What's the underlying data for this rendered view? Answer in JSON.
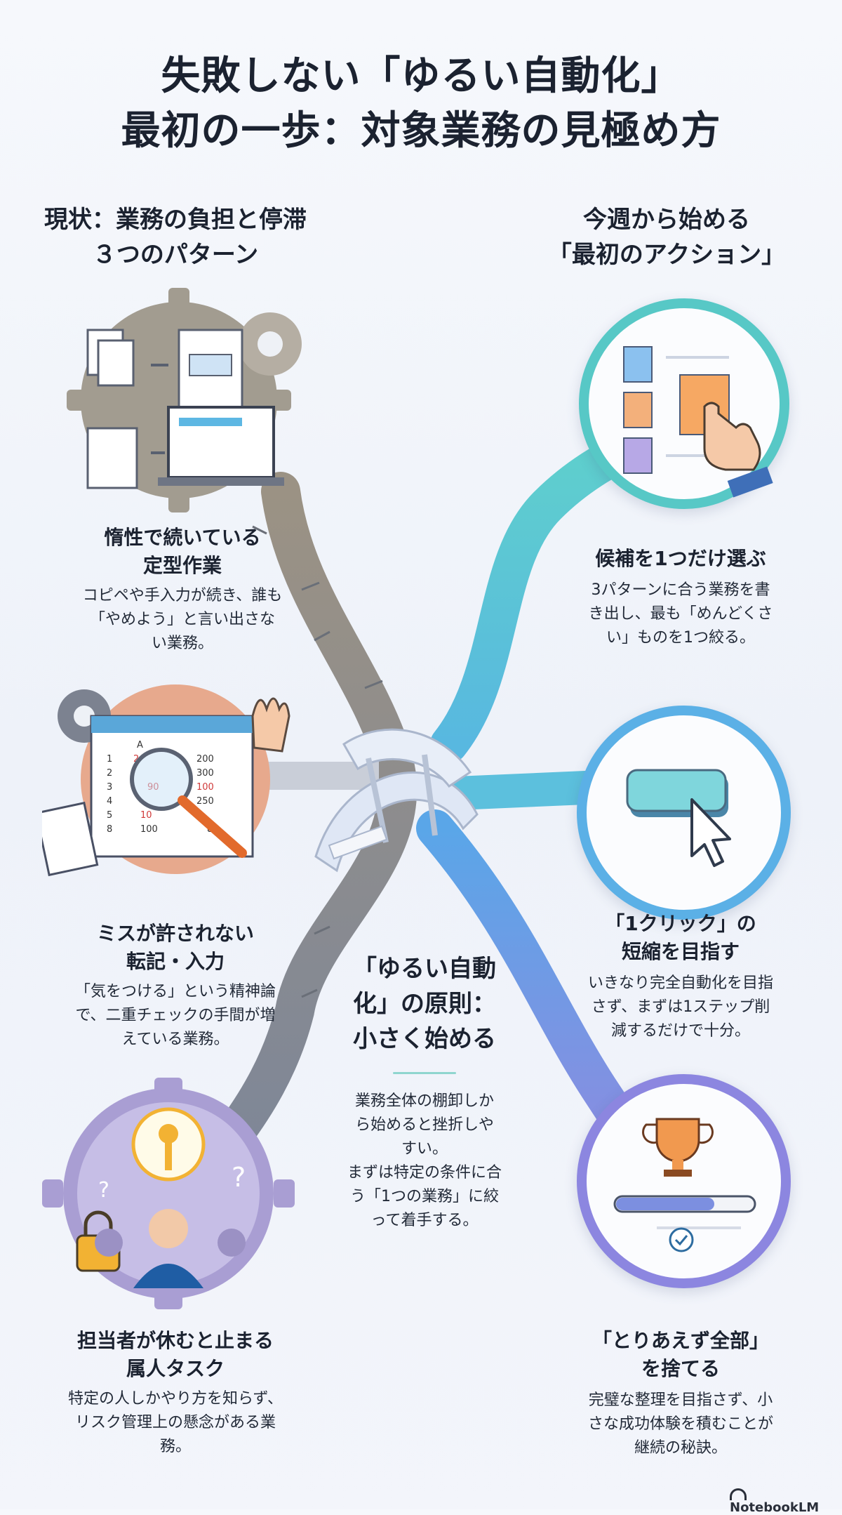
{
  "title": {
    "line1": "失敗しない「ゆるい自動化」",
    "line2": "最初の一歩：対象業務の見極め方"
  },
  "left_section": {
    "heading_line1": "現状：業務の負担と停滞",
    "heading_line2": "３つのパターン",
    "items": [
      {
        "title_line1": "惰性で続いている",
        "title_line2": "定型作業",
        "desc_lines": [
          "コピペや手入力が続き、誰も",
          "「やめよう」と言い出さな",
          "い業務。"
        ],
        "icon": "documents-laptop-gear-icon"
      },
      {
        "title_line1": "ミスが許されない",
        "title_line2": "転記・入力",
        "desc_lines": [
          "「気をつける」という精神論",
          "で、二重チェックの手間が増",
          "えている業務。"
        ],
        "icon": "spreadsheet-magnifier-icon",
        "sheet": {
          "col": "A",
          "rows": [
            "1",
            "2",
            "3",
            "4",
            "5",
            "8"
          ],
          "cells": [
            "200",
            "300",
            "100",
            "250",
            "10",
            "100",
            "8",
            "90",
            "2"
          ]
        }
      },
      {
        "title_line1": "担当者が休むと止まる",
        "title_line2": "属人タスク",
        "desc_lines": [
          "特定の人しかやり方を知らず、",
          "リスク管理上の懸念がある業",
          "務。"
        ],
        "icon": "key-person-gear-icon"
      }
    ]
  },
  "center": {
    "title_lines": [
      "「ゆるい自動",
      "化」の原則：",
      "小さく始める"
    ],
    "desc_lines": [
      "業務全体の棚卸しか",
      "ら始めると挫折しや",
      "すい。",
      "まずは特定の条件に合",
      "う「1つの業務」に絞",
      "って着手する。"
    ]
  },
  "right_section": {
    "heading_line1": "今週から始める",
    "heading_line2": "「最初のアクション」",
    "items": [
      {
        "title": "候補を1つだけ選ぶ",
        "desc_lines": [
          "3パターンに合う業務を書",
          "き出し、最も「めんどくさ",
          "い」ものを1つ絞る。"
        ],
        "icon": "pointing-hand-documents-icon"
      },
      {
        "title_line1": "「1クリック」の",
        "title_line2": "短縮を目指す",
        "desc_lines": [
          "いきなり完全自動化を目指",
          "さず、まずは1ステップ削",
          "減するだけで十分。"
        ],
        "icon": "button-cursor-icon"
      },
      {
        "title_line1": "「とりあえず全部」",
        "title_line2": "を捨てる",
        "desc_lines": [
          "完璧な整理を目指さず、小",
          "さな成功体験を積むことが",
          "継続の秘訣。"
        ],
        "icon": "trophy-progress-icon"
      }
    ]
  },
  "branding": {
    "name": "NotebookLM"
  },
  "colors": {
    "teal": "#4cc4c6",
    "blue": "#5b9fe6",
    "violet": "#8f86e0",
    "gray_path": "#8a8f99"
  }
}
